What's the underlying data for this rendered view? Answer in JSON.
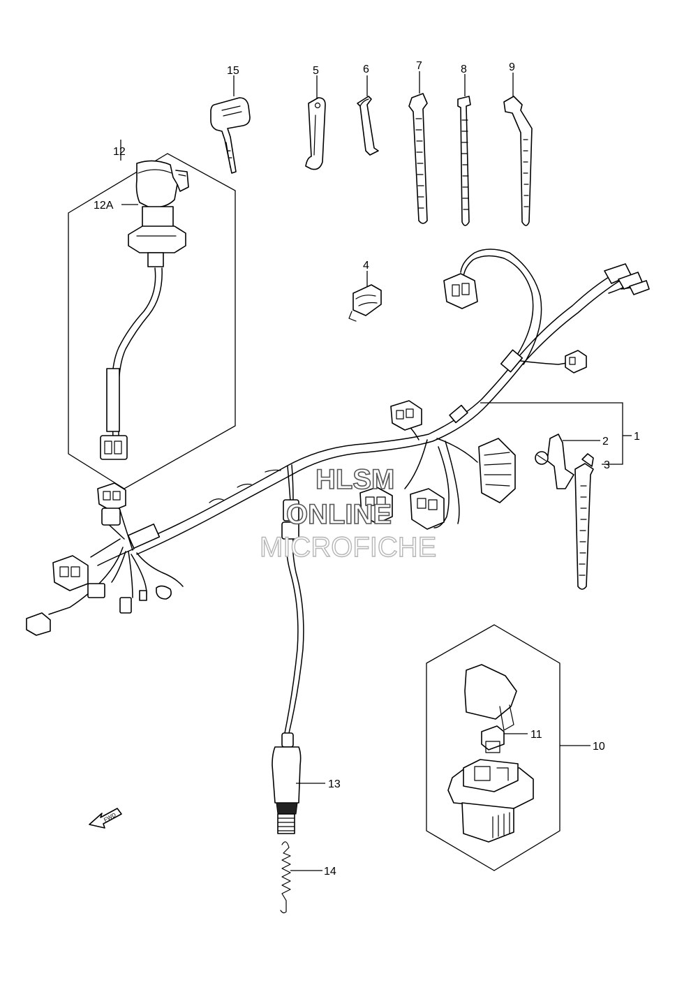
{
  "callouts": {
    "c1": "1",
    "c2": "2",
    "c3": "3",
    "c4": "4",
    "c5": "5",
    "c6": "6",
    "c7": "7",
    "c8": "8",
    "c9": "9",
    "c10": "10",
    "c11": "11",
    "c12": "12",
    "c12a": "12A",
    "c13": "13",
    "c14": "14",
    "c15": "15"
  },
  "watermark": {
    "line1": "HLSM",
    "line2": "ONLINE",
    "line3": "MICROFICHE"
  },
  "fwd": "FWD"
}
